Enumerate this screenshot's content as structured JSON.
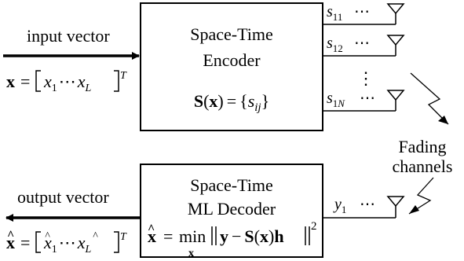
{
  "encoder": {
    "title_line1": "Space-Time",
    "title_line2": "Encoder",
    "formula": "S(x) = {s_ij}"
  },
  "decoder": {
    "title_line1": "Space-Time",
    "title_line2": "ML Decoder",
    "formula": "x̂ = min_x ‖y − S(x)h‖²"
  },
  "input": {
    "label": "input vector",
    "formula": "x = [x_1 ⋯ x_L]^T"
  },
  "output": {
    "label": "output vector",
    "formula": "x̂ = [x̂_1 ⋯ x̂_L]^T"
  },
  "tx_outputs": [
    "s_11",
    "s_12",
    "s_1N"
  ],
  "rx_inputs": [
    "y_1"
  ],
  "channel": {
    "label_line1": "Fading",
    "label_line2": "channels"
  },
  "glyphs": {
    "dots_h": "⋯",
    "dots_v": "⋮"
  },
  "icons": [
    "antenna-icon",
    "lightning-icon",
    "arrow-icon"
  ]
}
